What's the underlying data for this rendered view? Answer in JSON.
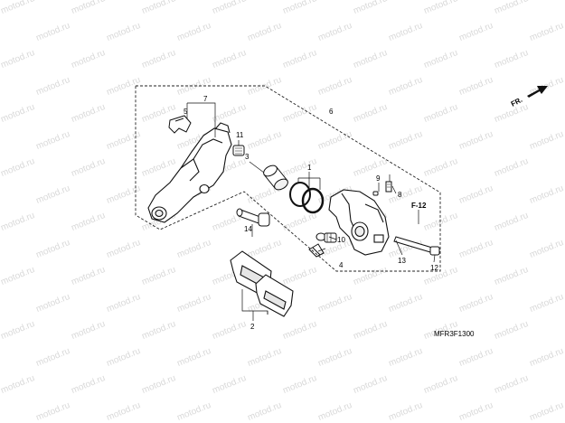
{
  "watermark": "motod.ru",
  "direction_label": "FR.",
  "diagram_code": "MFR3F1300",
  "ref_label": "F-12",
  "callouts": [
    "1",
    "2",
    "3",
    "4",
    "5",
    "6",
    "7",
    "8",
    "9",
    "10",
    "11",
    "12",
    "13",
    "14"
  ]
}
